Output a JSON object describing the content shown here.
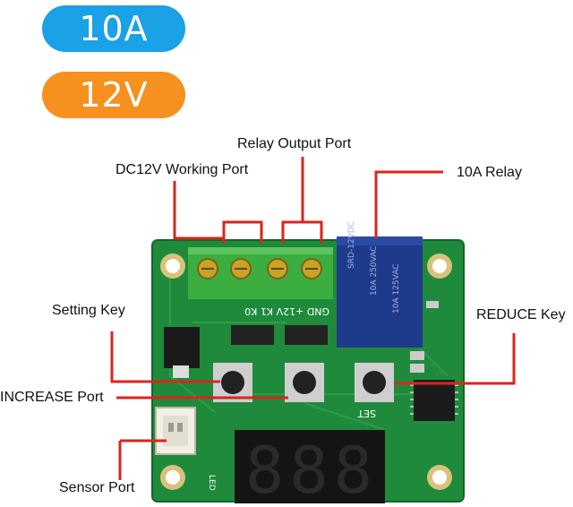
{
  "badges": {
    "current": "10A",
    "voltage": "12V"
  },
  "callouts": {
    "relay_output_port": "Relay Output Port",
    "dc12v_working_port": "DC12V Working Port",
    "relay_10a": "10A Relay",
    "setting_key": "Setting Key",
    "reduce_key": "REDUCE Key",
    "increase_port": "INCREASE Port",
    "sensor_port": "Sensor Port"
  },
  "board_silkscreen": {
    "terminal_labels": "GND +12V  K1  K0",
    "set_label": "SET",
    "led_label": "LED",
    "display_digits": "888"
  },
  "colors": {
    "badge_current": "#1aa1e6",
    "badge_voltage": "#f6901e",
    "callout_line": "#d9261c",
    "pcb": "#1f8a3c",
    "relay": "#1e3a8a",
    "terminal_block": "#3cae3f"
  }
}
